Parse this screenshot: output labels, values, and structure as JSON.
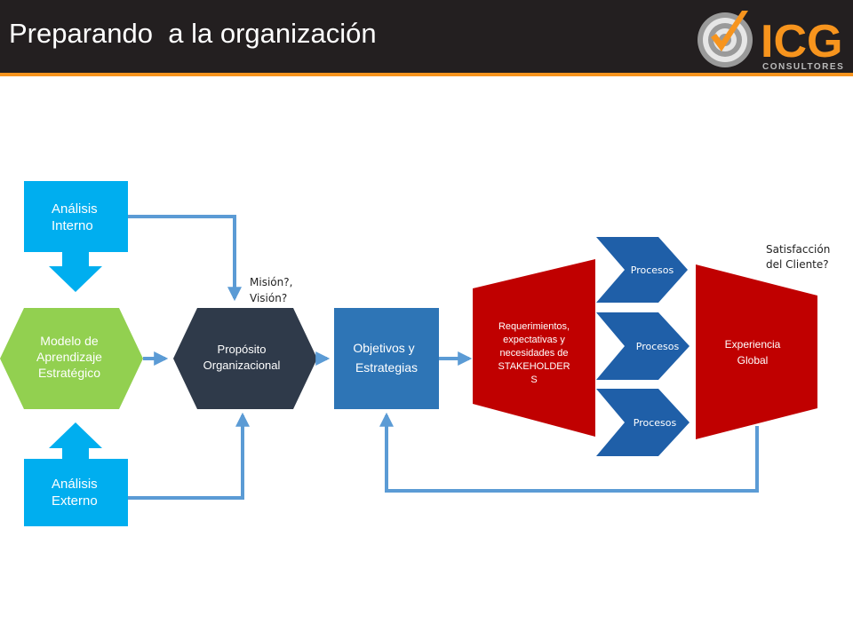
{
  "header": {
    "title": "Preparando  a la organización",
    "logo_text": "ICG",
    "logo_subtext": "CONSULTORES",
    "colors": {
      "bar": "#231f20",
      "accent": "#f7941d"
    }
  },
  "diagram": {
    "analisis_interno": {
      "line1": "Análisis",
      "line2": "Interno"
    },
    "analisis_externo": {
      "line1": "Análisis",
      "line2": "Externo"
    },
    "modelo": {
      "line1": "Modelo de",
      "line2": "Aprendizaje",
      "line3": "Estratégico"
    },
    "proposito": {
      "line1": "Propósito",
      "line2": "Organizacional"
    },
    "mision_note": {
      "line1": "Misión?,",
      "line2": "Visión?"
    },
    "objetivos": {
      "line1": "Objetivos y",
      "line2": "Estrategias"
    },
    "requerimientos": {
      "line1": "Requerimientos,",
      "line2": "expectativas y",
      "line3": "necesidades de",
      "line4": "STAKEHOLDER",
      "line5": "S"
    },
    "procesos": [
      "Procesos",
      "Procesos",
      "Procesos"
    ],
    "experiencia": {
      "line1": "Experiencia",
      "line2": "Global"
    },
    "satisfaccion_note": {
      "line1": "Satisfacción",
      "line2": "del Cliente?"
    },
    "colors": {
      "cyan": "#00aeef",
      "green": "#92d050",
      "navy": "#2f3a4a",
      "blue": "#2e75b6",
      "red": "#c00000",
      "process": "#1f5fa8",
      "arrow": "#5b9bd5"
    }
  }
}
